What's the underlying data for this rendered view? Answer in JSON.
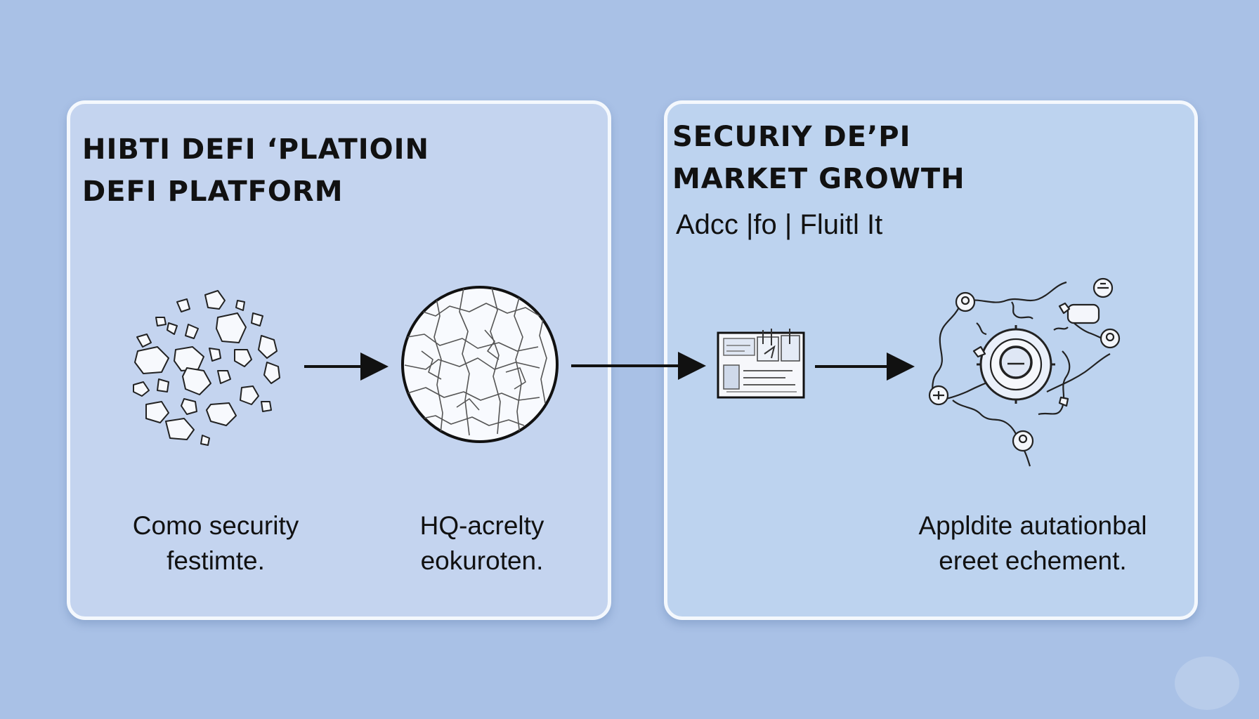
{
  "left_panel": {
    "title_line1": "HIBTI DEFI ‘PLATIOIN",
    "title_line2": "DEFI PLATFORM",
    "caption1_line1": "Como security",
    "caption1_line2": "festimte.",
    "caption2_line1": "HQ-acrelty",
    "caption2_line2": "eokuroten."
  },
  "right_panel": {
    "title_line1": "SECURIY DE’PI",
    "title_line2": "MARKET GROWTH",
    "subtitle": "Adcc |fo | Fluitl It",
    "caption_line1": "Appldite autationbal",
    "caption_line2": "ereet echement."
  },
  "icons": {
    "fragments": "scattered-fragments-icon",
    "sphere": "cracked-sphere-icon",
    "document": "document-notes-icon",
    "network": "network-hub-icon"
  },
  "colors": {
    "background": "#a9c1e6",
    "left_panel": "#c4d4ef",
    "right_panel": "#bdd3ef",
    "border": "#f4f8fd",
    "ink": "#111111"
  }
}
